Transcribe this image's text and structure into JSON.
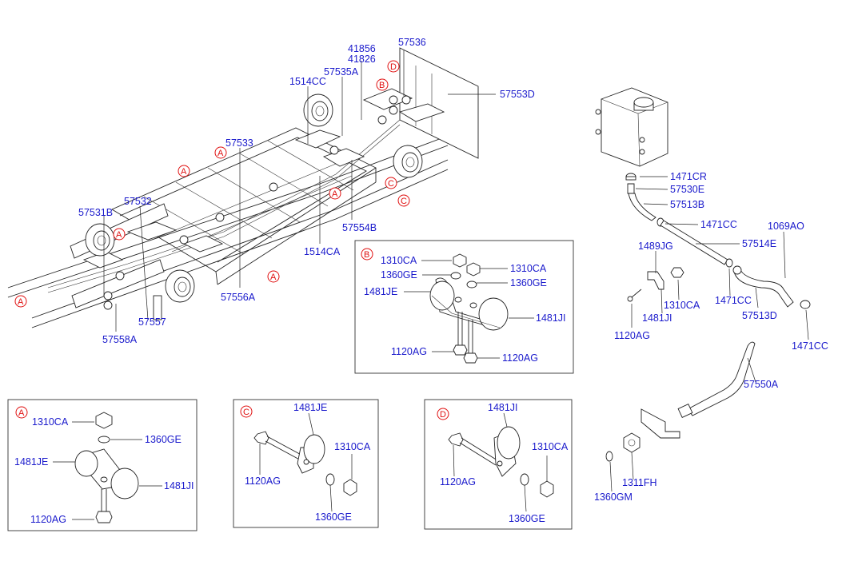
{
  "parts": {
    "p57536": "57536",
    "p41856": "41856",
    "p41826": "41826",
    "p57535A": "57535A",
    "p1514CC": "1514CC",
    "p57553D": "57553D",
    "p57533": "57533",
    "p57532": "57532",
    "p57531B": "57531B",
    "p57554B": "57554B",
    "p1514CA": "1514CA",
    "p57556A": "57556A",
    "p57557": "57557",
    "p57558A": "57558A",
    "p1471CR": "1471CR",
    "p57530E": "57530E",
    "p57513B": "57513B",
    "p1471CC": "1471CC",
    "p1069AO": "1069AO",
    "p1489JG": "1489JG",
    "p57514E": "57514E",
    "p1310CA": "1310CA",
    "p1120AG": "1120AG",
    "p1481JI": "1481JI",
    "p57513D": "57513D",
    "p57550A": "57550A",
    "p1360GM": "1360GM",
    "p1311FH": "1311FH",
    "p1360GE": "1360GE",
    "p1481JE": "1481JE"
  },
  "refs": {
    "A": "A",
    "B": "B",
    "C": "C",
    "D": "D"
  },
  "colors": {
    "label": "#1a1acc",
    "reference": "#e01010",
    "line": "#222222"
  }
}
